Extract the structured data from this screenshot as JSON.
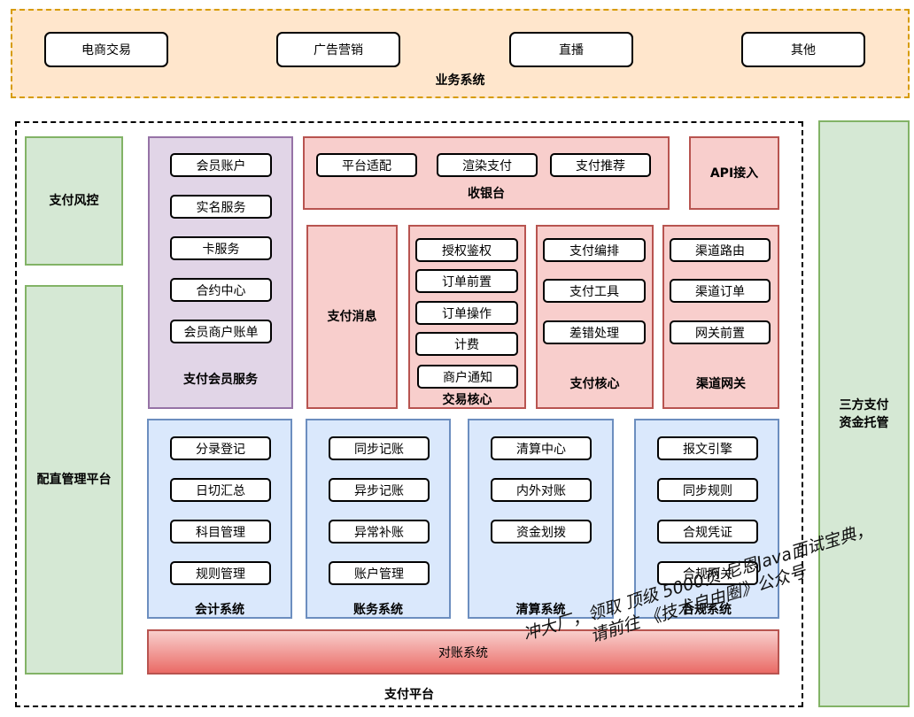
{
  "business": {
    "title": "业务系统",
    "items": [
      "电商交易",
      "广告营销",
      "直播",
      "其他"
    ]
  },
  "left": {
    "risk": "支付风控",
    "config": "配直管理平台"
  },
  "right": {
    "line1": "三方支付",
    "line2": "资金托管"
  },
  "platform": {
    "title": "支付平台"
  },
  "member": {
    "title": "支付会员服务",
    "items": [
      "会员账户",
      "实名服务",
      "卡服务",
      "合约中心",
      "会员商户账单"
    ]
  },
  "cashier": {
    "title": "收银台",
    "items": [
      "平台适配",
      "渲染支付",
      "支付推荐"
    ]
  },
  "api": {
    "title": "API接入"
  },
  "message": {
    "title": "支付消息"
  },
  "trade": {
    "title": "交易核心",
    "items": [
      "授权鉴权",
      "订单前置",
      "订单操作",
      "计费",
      "商户通知"
    ]
  },
  "core": {
    "title": "支付核心",
    "items": [
      "支付编排",
      "支付工具",
      "差错处理"
    ]
  },
  "gateway": {
    "title": "渠道网关",
    "items": [
      "渠道路由",
      "渠道订单",
      "网关前置"
    ]
  },
  "accounting": {
    "title": "会计系统",
    "items": [
      "分录登记",
      "日切汇总",
      "科目管理",
      "规则管理"
    ]
  },
  "ledger": {
    "title": "账务系统",
    "items": [
      "同步记账",
      "异步记账",
      "异常补账",
      "账户管理"
    ]
  },
  "clearing": {
    "title": "清算系统",
    "items": [
      "清算中心",
      "内外对账",
      "资金划拨"
    ]
  },
  "compliance": {
    "title": "合规系统",
    "items": [
      "报文引擎",
      "同步规则",
      "合规凭证",
      "合规网关"
    ]
  },
  "reconcile": {
    "title": "对账系统"
  },
  "watermark": {
    "line1": "冲大厂，领取 顶级 5000页 尼恩Java面试宝典，",
    "line2": "请前往 《技术自由圈》公众号"
  }
}
